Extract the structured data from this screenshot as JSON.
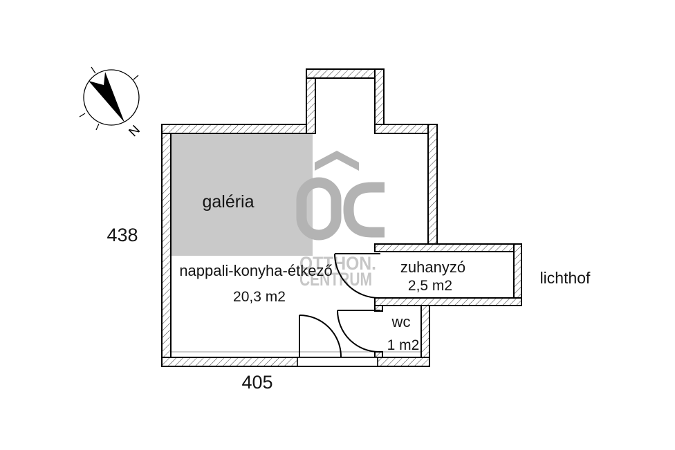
{
  "compass": {
    "north_label": "N"
  },
  "dimensions": {
    "vertical": "438",
    "horizontal": "405"
  },
  "rooms": {
    "galeria": {
      "label": "galéria"
    },
    "nappali": {
      "label": "nappali-konyha-étkező",
      "area": "20,3 m2"
    },
    "zuhanyzo": {
      "label": "zuhanyzó",
      "area": "2,5 m2"
    },
    "wc": {
      "label": "wc",
      "area": "1 m2"
    },
    "lichthof": {
      "label": "lichthof"
    }
  },
  "watermark": {
    "logo_icon": "oc-roof-logo",
    "logo_text": "OC",
    "line1": "OTTHON.",
    "line2": "CENTRUM"
  },
  "colors": {
    "galeria_fill": "#c9c9c9",
    "watermark_logo": "#b3b3b3",
    "watermark_text": "#c6c6c6",
    "line": "#000000",
    "hatch": "#333333"
  }
}
